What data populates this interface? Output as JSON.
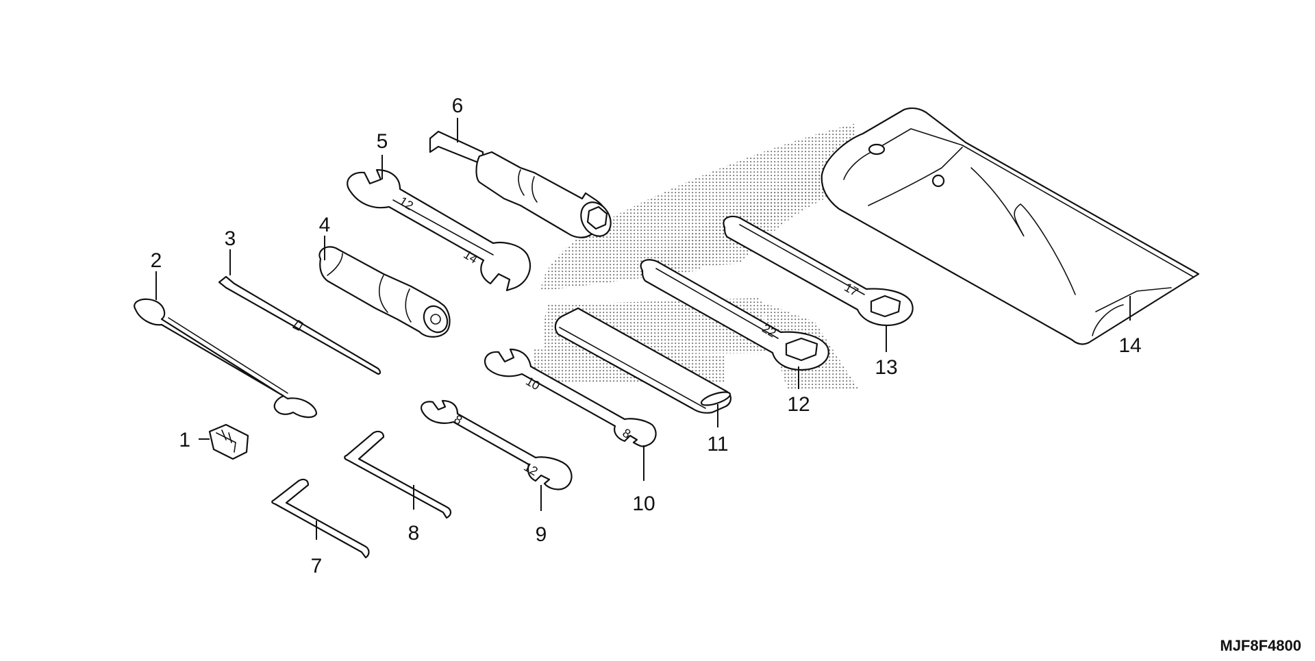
{
  "diagram": {
    "drawing_code": "MJF8F4800",
    "parts": [
      {
        "number": "1"
      },
      {
        "number": "2"
      },
      {
        "number": "3"
      },
      {
        "number": "4"
      },
      {
        "number": "5"
      },
      {
        "number": "6"
      },
      {
        "number": "7"
      },
      {
        "number": "8"
      },
      {
        "number": "9"
      },
      {
        "number": "10"
      },
      {
        "number": "11"
      },
      {
        "number": "12"
      },
      {
        "number": "13"
      },
      {
        "number": "14"
      }
    ],
    "stamps": {
      "wrench_5_a": "12",
      "wrench_5_b": "14",
      "wrench_10_a": "10",
      "wrench_10_b": "8",
      "wrench_9_a": "8",
      "wrench_9_b": "12",
      "wrench_12": "22",
      "wrench_13": "17"
    },
    "icons": [
      "honda-wing-watermark-icon"
    ]
  }
}
